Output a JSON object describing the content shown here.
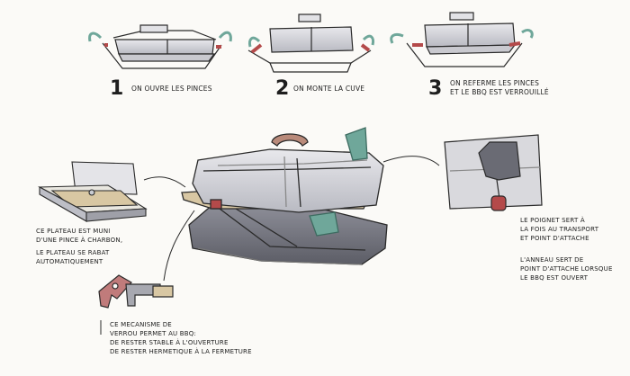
{
  "steps": [
    {
      "number": "1",
      "label": "ON OUVRE LES PINCES"
    },
    {
      "number": "2",
      "label": "ON MONTE LA CUVE"
    },
    {
      "number": "3",
      "label_line1": "ON REFERME LES PINCES",
      "label_line2": "ET LE BBQ EST VERROUILLÉ"
    }
  ],
  "annotations": {
    "plateau": [
      "CE PLATEAU EST MUNI",
      "D'UNE PINCE À CHARBON,",
      "LE PLATEAU SE RABAT",
      "AUTOMATIQUEMENT"
    ],
    "poignet": [
      "LE POIGNET SERT À",
      "LA FOIS AU TRANSPORT",
      "ET POINT D'ATTACHE"
    ],
    "anneau": [
      "L'ANNEAU SERT DE",
      "POINT D'ATTACHE LORSQUE",
      "LE BBQ EST OUVERT"
    ],
    "mecanisme": [
      "CE MECANISME DE",
      "VERROU PERMET AU BBQ:",
      "DE RESTER STABLE À L'OUVERTURE",
      "DE RESTER HERMETIQUE À LA FERMETURE"
    ]
  },
  "colors": {
    "ink": "#2a2a2a",
    "grey": "#9a9ba3",
    "light_grey": "#d9d9dd",
    "accent_red": "#b44a4a",
    "accent_teal": "#6fa79a",
    "accent_wood": "#d8c7a3"
  }
}
